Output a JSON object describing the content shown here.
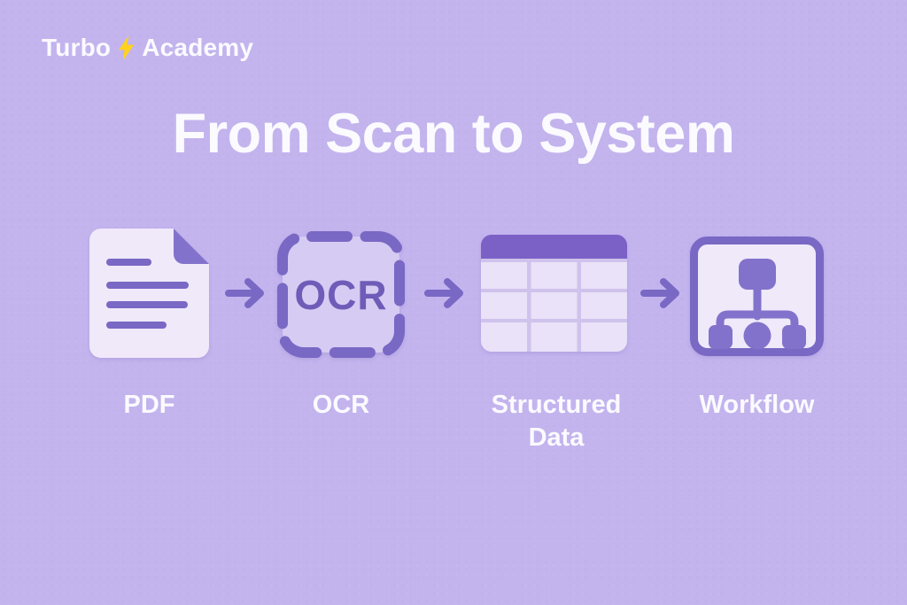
{
  "colors": {
    "background": "#C3B4EE",
    "accent": "#7968C4",
    "accent_strong": "#6E5CB8",
    "node": "#8372CB",
    "table_header": "#7B60C5",
    "panel_light": "#EFE9FA",
    "ocr_fill": "#D6CBF2",
    "table_cell": "#E9E2F8",
    "table_gap": "#CFC2EC",
    "text_white": "#FBFAFF",
    "bolt_yellow": "#FFD21E"
  },
  "logo": {
    "brand_left": "Turbo",
    "brand_right": "Academy",
    "bolt_icon": "lightning-bolt"
  },
  "title": "From Scan to System",
  "flow": {
    "arrow_icon": "right-arrow",
    "steps": [
      {
        "label": "PDF",
        "icon": "pdf-document"
      },
      {
        "label": "OCR",
        "icon": "ocr-scan-frame",
        "icon_text": "OCR"
      },
      {
        "label": "Structured Data",
        "icon": "data-table"
      },
      {
        "label": "Workflow",
        "icon": "workflow-diagram"
      }
    ]
  }
}
